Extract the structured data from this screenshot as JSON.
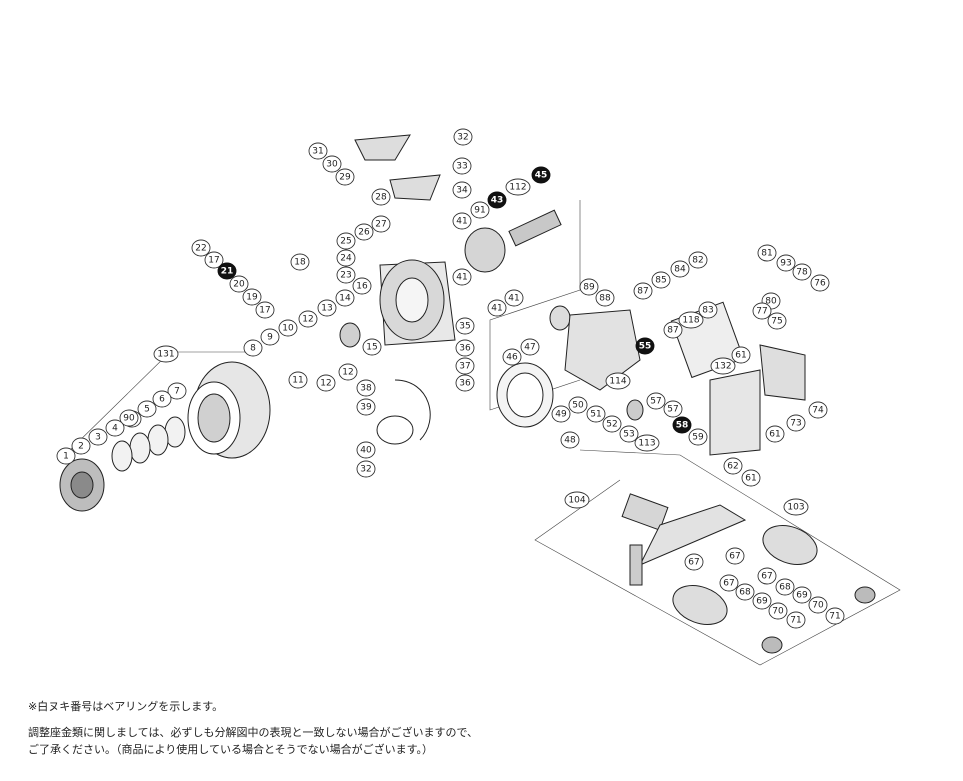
{
  "diagram": {
    "callouts": [
      {
        "label": "32"
      },
      {
        "label": "31"
      },
      {
        "label": "30"
      },
      {
        "label": "29"
      },
      {
        "label": "33"
      },
      {
        "label": "34"
      },
      {
        "label": "28"
      },
      {
        "label": "27"
      },
      {
        "label": "26"
      },
      {
        "label": "25"
      },
      {
        "label": "24"
      },
      {
        "label": "23"
      },
      {
        "label": "22"
      },
      {
        "label": "17"
      },
      {
        "label": "21",
        "bearing": true
      },
      {
        "label": "20"
      },
      {
        "label": "19"
      },
      {
        "label": "18"
      },
      {
        "label": "17"
      },
      {
        "label": "16"
      },
      {
        "label": "14"
      },
      {
        "label": "13"
      },
      {
        "label": "12"
      },
      {
        "label": "15"
      },
      {
        "label": "131"
      },
      {
        "label": "10"
      },
      {
        "label": "9"
      },
      {
        "label": "8"
      },
      {
        "label": "12"
      },
      {
        "label": "12"
      },
      {
        "label": "11"
      },
      {
        "label": "7"
      },
      {
        "label": "6"
      },
      {
        "label": "5"
      },
      {
        "label": "4"
      },
      {
        "label": "90"
      },
      {
        "label": "4"
      },
      {
        "label": "3"
      },
      {
        "label": "2"
      },
      {
        "label": "1"
      },
      {
        "label": "38"
      },
      {
        "label": "39"
      },
      {
        "label": "40"
      },
      {
        "label": "32"
      },
      {
        "label": "35"
      },
      {
        "label": "36"
      },
      {
        "label": "37"
      },
      {
        "label": "36"
      },
      {
        "label": "41"
      },
      {
        "label": "91"
      },
      {
        "label": "43",
        "bearing": true
      },
      {
        "label": "112"
      },
      {
        "label": "45",
        "bearing": true
      },
      {
        "label": "41"
      },
      {
        "label": "41"
      },
      {
        "label": "41"
      },
      {
        "label": "89"
      },
      {
        "label": "88"
      },
      {
        "label": "47"
      },
      {
        "label": "46"
      },
      {
        "label": "87"
      },
      {
        "label": "85"
      },
      {
        "label": "84"
      },
      {
        "label": "82"
      },
      {
        "label": "83"
      },
      {
        "label": "118"
      },
      {
        "label": "87"
      },
      {
        "label": "55",
        "bearing": true
      },
      {
        "label": "114"
      },
      {
        "label": "81"
      },
      {
        "label": "93"
      },
      {
        "label": "78"
      },
      {
        "label": "76"
      },
      {
        "label": "80"
      },
      {
        "label": "77"
      },
      {
        "label": "75"
      },
      {
        "label": "61"
      },
      {
        "label": "132"
      },
      {
        "label": "50"
      },
      {
        "label": "49"
      },
      {
        "label": "51"
      },
      {
        "label": "52"
      },
      {
        "label": "53"
      },
      {
        "label": "48"
      },
      {
        "label": "113"
      },
      {
        "label": "57"
      },
      {
        "label": "57"
      },
      {
        "label": "58",
        "bearing": true
      },
      {
        "label": "59"
      },
      {
        "label": "61"
      },
      {
        "label": "73"
      },
      {
        "label": "74"
      },
      {
        "label": "62"
      },
      {
        "label": "61"
      },
      {
        "label": "104"
      },
      {
        "label": "103"
      },
      {
        "label": "67"
      },
      {
        "label": "67"
      },
      {
        "label": "67"
      },
      {
        "label": "67"
      },
      {
        "label": "68"
      },
      {
        "label": "68"
      },
      {
        "label": "69"
      },
      {
        "label": "69"
      },
      {
        "label": "70"
      },
      {
        "label": "70"
      },
      {
        "label": "71"
      },
      {
        "label": "71"
      }
    ]
  },
  "notes": {
    "line1": "※白ヌキ番号はベアリングを示します。",
    "line2": "調整座金類に関しましては、必ずしも分解図中の表現と一致しない場合がございますので、",
    "line3": "ご了承ください。（商品により使用している場合とそうでない場合がございます。）"
  }
}
